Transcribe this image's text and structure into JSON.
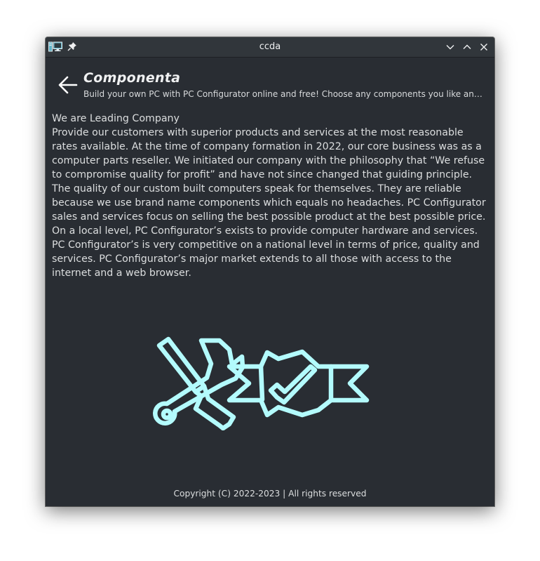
{
  "window": {
    "title": "ccda",
    "icons": {
      "app": "computer-monitor-icon",
      "pin": "pin-icon",
      "minimize": "chevron-down-icon",
      "maximize": "chevron-up-icon",
      "close": "close-icon"
    }
  },
  "header": {
    "back_icon": "arrow-left-icon",
    "app_name": "Componenta",
    "subtitle": "Build your own PC with PC Configurator online and free! Choose any components you like and buy ..."
  },
  "content": {
    "heading": "We are Leading Company",
    "paragraph1": "Provide our customers with superior products and services at the most reasonable rates available. At the time of company formation in 2022, our core business was as a computer parts reseller. We initiated our company with the philosophy that “We refuse to compromise quality for profit” and have not since changed that guiding principle.",
    "paragraph2": "The quality of our custom built computers speak for themselves. They are reliable because we use brand name components which equals no headaches. PC Configurator sales and services focus on selling the best possible product at the best possible price. On a local level, PC Configurator’s exists to provide computer hardware and services. PC Configurator’s is very competitive on a national level in terms of price, quality and services. PC Configurator’s major market extends to all those with access to the internet and a web browser."
  },
  "illustration": {
    "icons": [
      "wrench-screwdriver-icon",
      "quality-badge-icon"
    ],
    "color": "#b3fbfd"
  },
  "footer": {
    "copyright": "Copyright (C) 2022-2023 | All rights reserved"
  }
}
